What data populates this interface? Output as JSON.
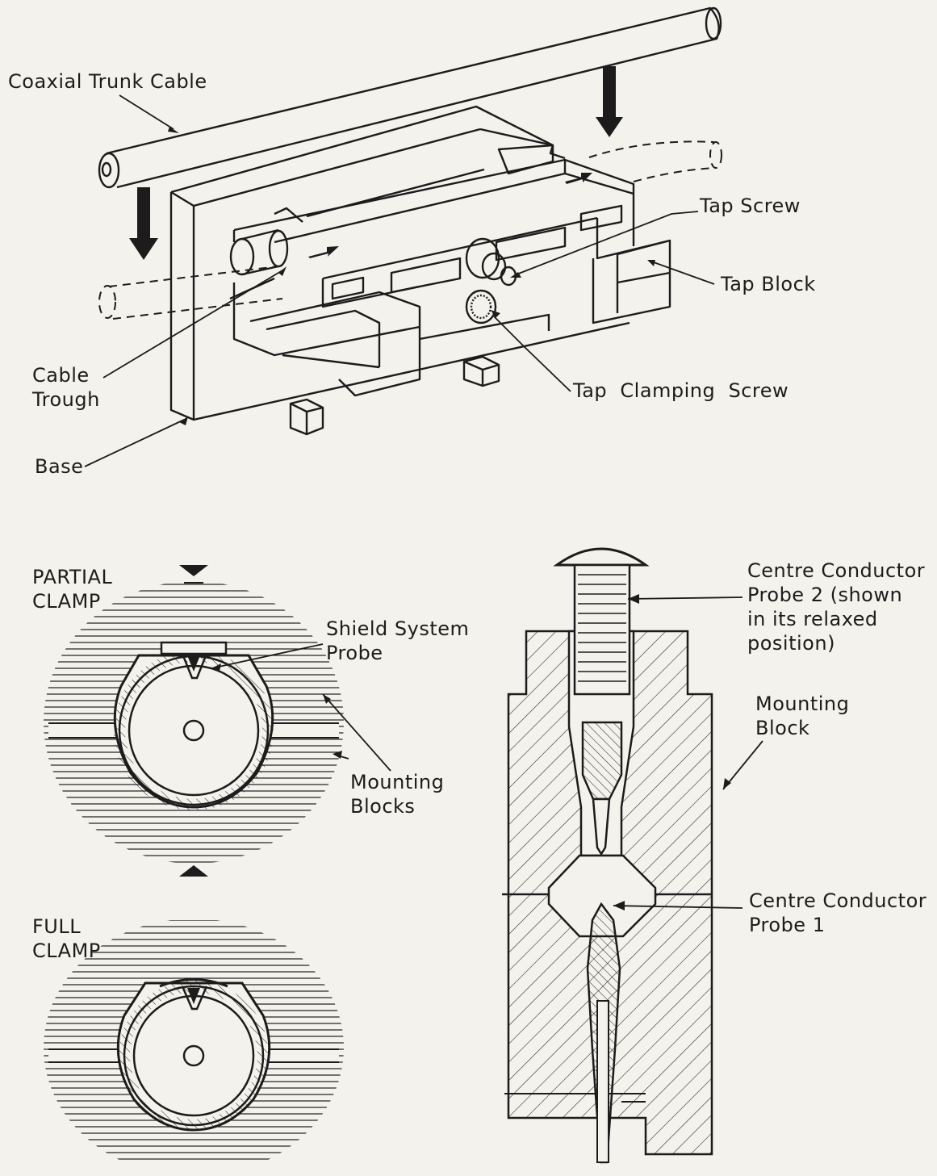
{
  "labels": {
    "coaxial_trunk_cable": "Coaxial Trunk Cable",
    "tap_screw": "Tap Screw",
    "tap_block": "Tap Block",
    "cable_trough": [
      "Cable",
      "Trough"
    ],
    "tap_clamping_screw": "Tap  Clamping  Screw",
    "base": "Base",
    "partial_clamp": [
      "PARTIAL",
      "CLAMP"
    ],
    "shield_system_probe": [
      "Shield System",
      "Probe"
    ],
    "mounting_blocks": [
      "Mounting",
      "Blocks"
    ],
    "full_clamp": [
      "FULL",
      "CLAMP"
    ],
    "centre_conductor_probe_2": [
      "Centre Conductor",
      "Probe 2 (shown",
      "in its relaxed",
      "position)"
    ],
    "mounting_block": [
      "Mounting",
      "Block"
    ],
    "centre_conductor_probe_1": [
      "Centre Conductor",
      "Probe 1"
    ]
  },
  "colors": {
    "ink": "#1c1c1c",
    "paper": "#f4f2ec"
  }
}
